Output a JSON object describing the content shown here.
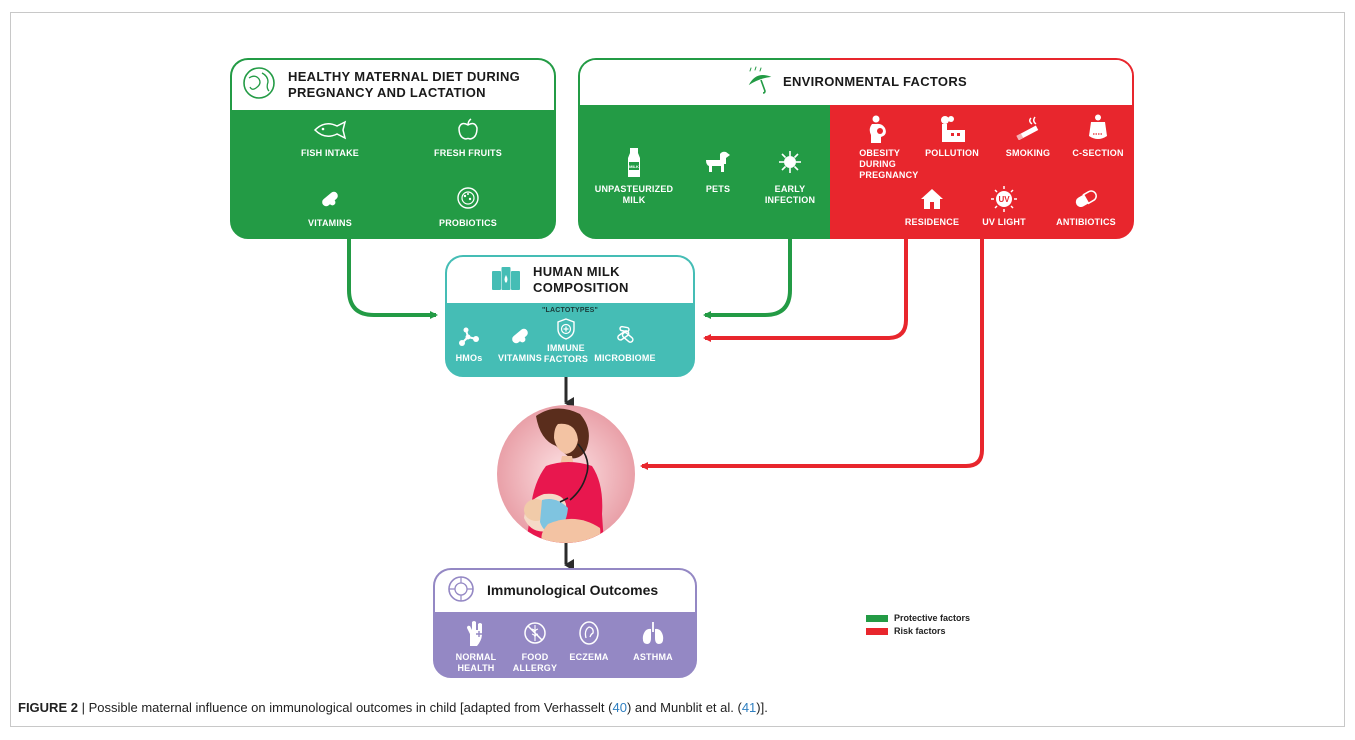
{
  "colors": {
    "green": "#239b45",
    "red": "#e8262d",
    "teal": "#45bdb5",
    "purple": "#9488c4",
    "arrow_dark": "#2b2b2b"
  },
  "diet": {
    "title_line1": "HEALTHY MATERNAL DIET DURING",
    "title_line2": "PREGNANCY AND LACTATION",
    "items": [
      {
        "label": "FISH INTAKE",
        "icon": "fish-icon"
      },
      {
        "label": "FRESH FRUITS",
        "icon": "apple-icon"
      },
      {
        "label": "VITAMINS",
        "icon": "capsule-icon"
      },
      {
        "label": "PROBIOTICS",
        "icon": "probiotic-icon"
      }
    ]
  },
  "env": {
    "title": "ENVIRONMENTAL FACTORS",
    "protective": [
      {
        "label_line1": "UNPASTEURIZED",
        "label_line2": "MILK",
        "icon": "milk-bottle-icon",
        "bottle_text": "MILK"
      },
      {
        "label_line1": "PETS",
        "label_line2": "",
        "icon": "dog-icon"
      },
      {
        "label_line1": "EARLY",
        "label_line2": "INFECTION",
        "icon": "virus-icon"
      }
    ],
    "risk": [
      {
        "label_line1": "OBESITY",
        "label_line2": "DURING",
        "label_line3": "PREGNANCY",
        "icon": "pregnant-icon"
      },
      {
        "label_line1": "POLLUTION",
        "icon": "factory-icon"
      },
      {
        "label_line1": "SMOKING",
        "icon": "cigarette-icon"
      },
      {
        "label_line1": "C-SECTION",
        "icon": "c-section-icon"
      },
      {
        "label_line1": "RESIDENCE",
        "icon": "house-icon"
      },
      {
        "label_line1": "UV LIGHT",
        "icon": "uv-sun-icon",
        "badge": "UV"
      },
      {
        "label_line1": "ANTIBIOTICS",
        "icon": "pill-icon"
      }
    ]
  },
  "milk": {
    "title_line1": "HUMAN MILK",
    "title_line2": "COMPOSITION",
    "subtitle": "\"LACTOTYPES\"",
    "items": [
      {
        "label_line1": "HMOs",
        "label_line2": "",
        "icon": "molecule-icon"
      },
      {
        "label_line1": "VITAMINS",
        "label_line2": "",
        "icon": "capsule-icon"
      },
      {
        "label_line1": "IMMUNE",
        "label_line2": "FACTORS",
        "icon": "shield-icon"
      },
      {
        "label_line1": "MICROBIOME",
        "label_line2": "",
        "icon": "bacteria-icon"
      }
    ]
  },
  "outcomes": {
    "title": "Immunological Outcomes",
    "items": [
      {
        "label_line1": "NORMAL",
        "label_line2": "HEALTH",
        "icon": "health-hand-icon"
      },
      {
        "label_line1": "FOOD",
        "label_line2": "ALLERGY",
        "icon": "no-wheat-icon"
      },
      {
        "label_line1": "ECZEMA",
        "label_line2": "",
        "icon": "ear-eczema-icon"
      },
      {
        "label_line1": "ASTHMA",
        "label_line2": "",
        "icon": "lungs-icon"
      }
    ]
  },
  "legend": {
    "protective": "Protective factors",
    "risk": "Risk factors"
  },
  "caption": {
    "fig": "FIGURE 2",
    "sep": " | ",
    "text_a": "Possible maternal influence on immunological outcomes in child [adapted from Verhasselt (",
    "ref1": "40",
    "text_b": ") and Munblit et al. (",
    "ref2": "41",
    "text_c": ")]."
  }
}
